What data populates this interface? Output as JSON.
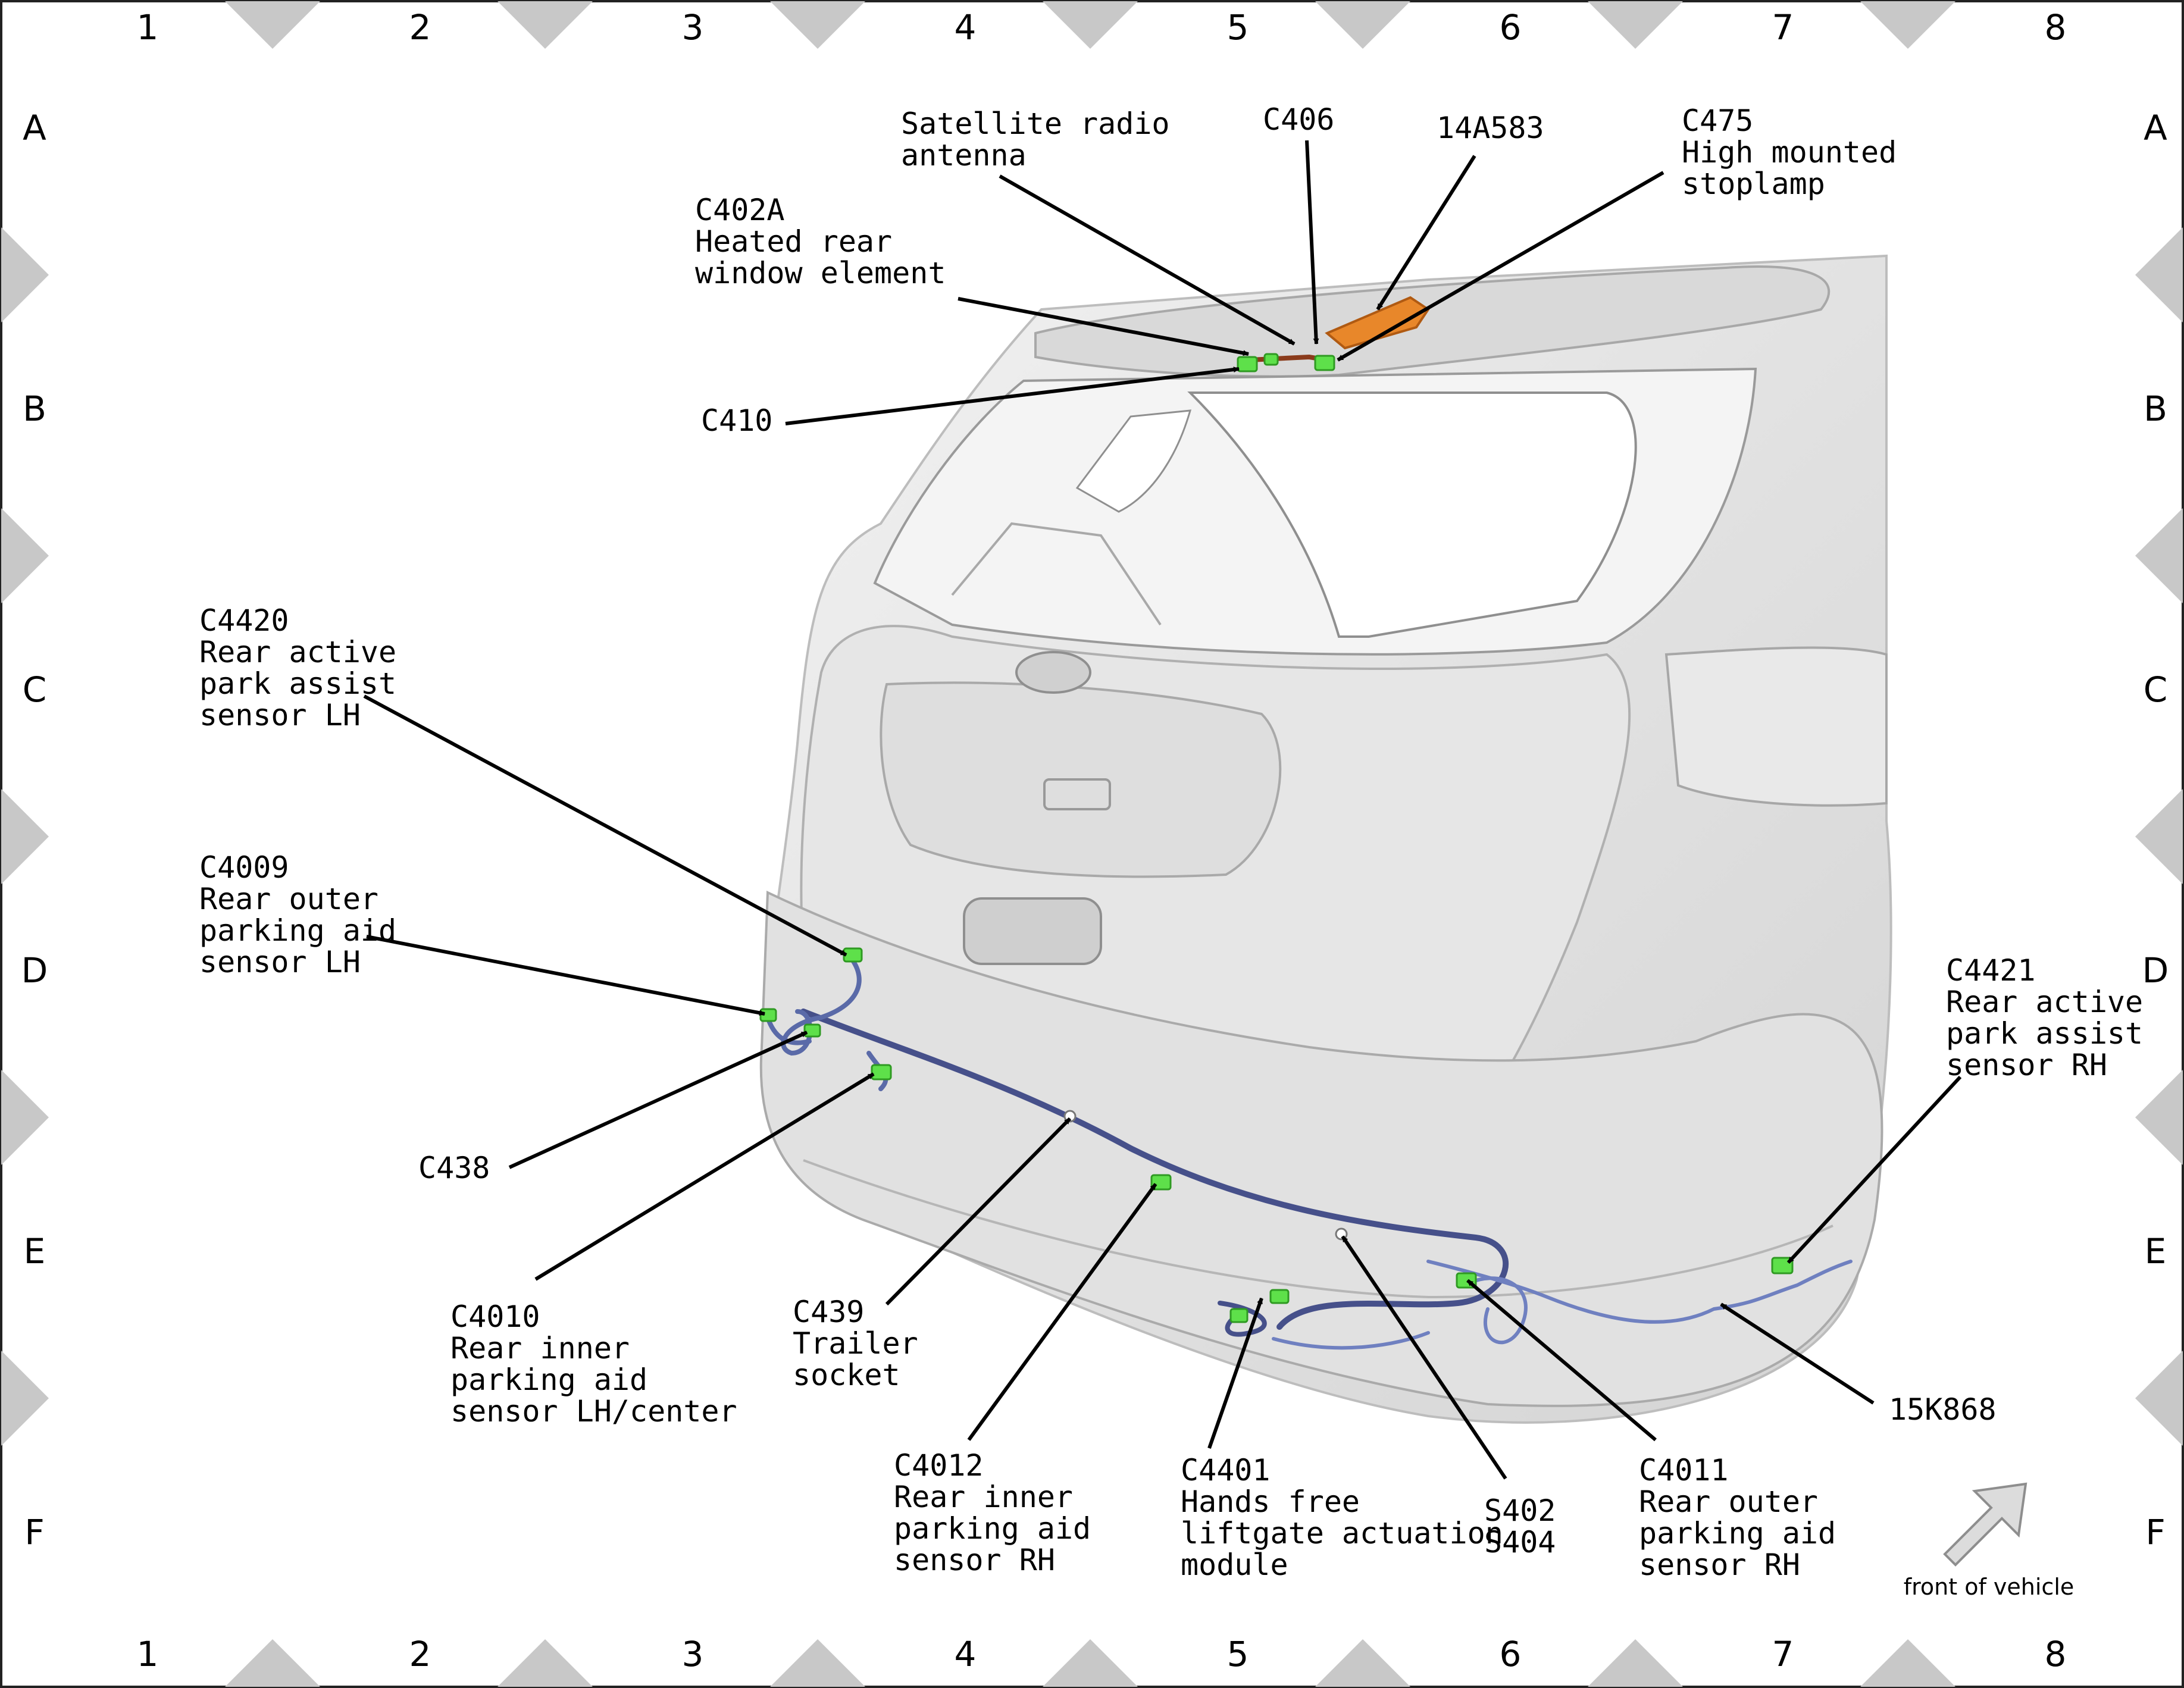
{
  "grid": {
    "columns": [
      "1",
      "2",
      "3",
      "4",
      "5",
      "6",
      "7",
      "8"
    ],
    "rows": [
      "A",
      "B",
      "C",
      "D",
      "E",
      "F"
    ]
  },
  "callouts": {
    "satellite": [
      "Satellite radio",
      "antenna"
    ],
    "c406": [
      "C406"
    ],
    "p14a583": [
      "14A583"
    ],
    "c475": [
      "C475",
      "High mounted",
      "stoplamp"
    ],
    "c402a": [
      "C402A",
      "Heated rear",
      "window element"
    ],
    "c410": [
      "C410"
    ],
    "c4420": [
      "C4420",
      "Rear active",
      "park assist",
      "sensor LH"
    ],
    "c4009": [
      "C4009",
      "Rear outer",
      "parking aid",
      "sensor LH"
    ],
    "c438": [
      "C438"
    ],
    "c4010": [
      "C4010",
      "Rear inner",
      "parking aid",
      "sensor LH/center"
    ],
    "c439": [
      "C439",
      "Trailer",
      "socket"
    ],
    "c4012": [
      "C4012",
      "Rear inner",
      "parking aid",
      "sensor RH"
    ],
    "c4401": [
      "C4401",
      "Hands free",
      "liftgate actuation",
      "module"
    ],
    "s402": [
      "S402",
      "S404"
    ],
    "c4011": [
      "C4011",
      "Rear outer",
      "parking aid",
      "sensor RH"
    ],
    "p15k868": [
      "15K868"
    ],
    "c4421": [
      "C4421",
      "Rear active",
      "park assist",
      "sensor RH"
    ]
  },
  "front_indicator": "front of vehicle",
  "colors": {
    "connector": "#5ee04a",
    "harness": "#5a6aa8",
    "stoplamp": "#e8872a",
    "body": "#e3e3e3",
    "border": "#c8c8c8"
  }
}
